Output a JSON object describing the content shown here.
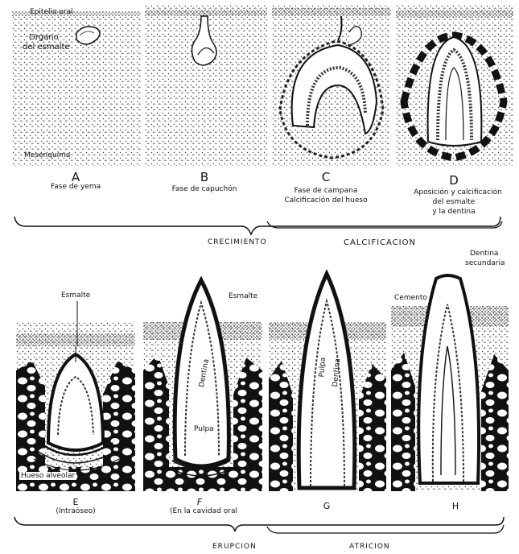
{
  "top_row": {
    "a": {
      "letter": "A",
      "caption": "Fase de yema"
    },
    "b": {
      "letter": "B",
      "caption": "Fase de capuchón"
    },
    "c": {
      "letter": "C",
      "caption_1": "Fase de campana",
      "caption_2": "Calcificación del hueso"
    },
    "d": {
      "letter": "D",
      "caption_1": "Aposición y calcificación",
      "caption_2": "del esmalte",
      "caption_3": "y la dentina"
    },
    "labels": {
      "epitelio": "Epitelio oral",
      "organo": "Organo",
      "esmalte_organ": "del esmalte",
      "mesenquima": "Mesenquima"
    },
    "bracket_labels": {
      "crecimiento": "CRECIMIENTO",
      "calcificacion": "CALCIFICACION"
    }
  },
  "bottom_row": {
    "e": {
      "letter": "E",
      "caption": "(Intraóseo)"
    },
    "f": {
      "letter": "F",
      "caption": "(En la cavidad oral"
    },
    "g": {
      "letter": "G"
    },
    "h": {
      "letter": "H"
    },
    "labels": {
      "esmalte_e": "Esmalte",
      "hueso": "Hueso alveolar",
      "esmalte_f": "Esmalte",
      "dentina_f": "Dentina",
      "pulpa_f": "Pulpa",
      "pulpa_g": "Pulpa",
      "dentina_g": "Dentina",
      "cemento": "Cemento",
      "dentina_sec_1": "Dentina",
      "dentina_sec_2": "secundaria"
    },
    "bracket_labels": {
      "erupcion": "ERUPCION",
      "atricion": "ATRICION"
    }
  }
}
